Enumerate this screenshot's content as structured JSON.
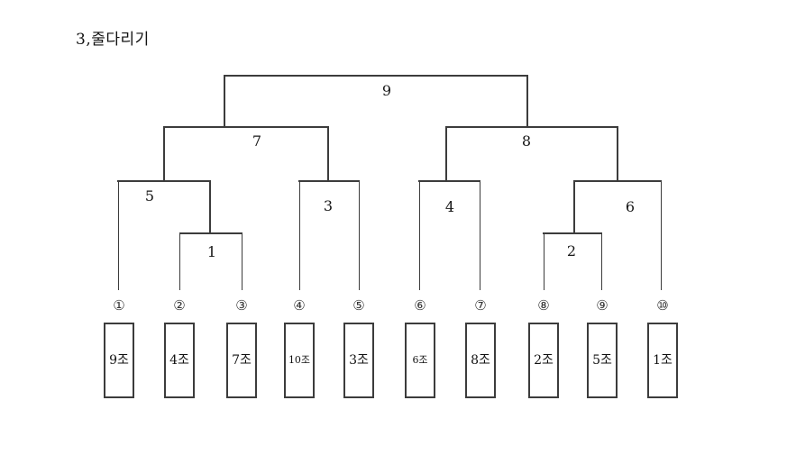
{
  "title": "3,줄다리기",
  "matches": {
    "m1": "1",
    "m2": "2",
    "m3": "3",
    "m4": "4",
    "m5": "5",
    "m6": "6",
    "m7": "7",
    "m8": "8",
    "m9": "9"
  },
  "seeds": [
    "①",
    "②",
    "③",
    "④",
    "⑤",
    "⑥",
    "⑦",
    "⑧",
    "⑨",
    "⑩"
  ],
  "teams": [
    "9조",
    "4조",
    "7조",
    "10조",
    "3조",
    "6조",
    "8조",
    "2조",
    "5조",
    "1조"
  ],
  "bracket_structure": {
    "m1": [
      "seed-2",
      "seed-3"
    ],
    "m2": [
      "seed-8",
      "seed-9"
    ],
    "m3": [
      "seed-4",
      "seed-5"
    ],
    "m4": [
      "seed-6",
      "seed-7"
    ],
    "m5": [
      "seed-1",
      "winner-m1"
    ],
    "m6": [
      "winner-m2",
      "seed-10"
    ],
    "m7": [
      "winner-m5",
      "winner-m3"
    ],
    "m8": [
      "winner-m4",
      "winner-m6"
    ],
    "m9": [
      "winner-m7",
      "winner-m8"
    ]
  },
  "colors": {
    "line": "#3c3c3c",
    "text": "#111111",
    "background": "#ffffff"
  }
}
